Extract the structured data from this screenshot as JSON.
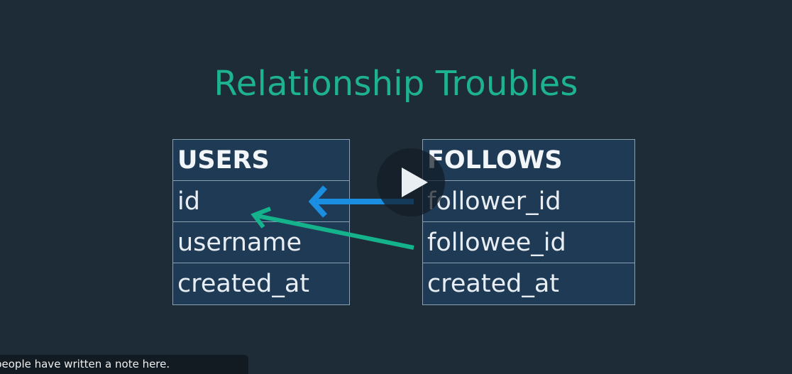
{
  "slide": {
    "title": "Relationship Troubles"
  },
  "tables": {
    "users": {
      "header": "USERS",
      "rows": [
        "id",
        "username",
        "created_at"
      ]
    },
    "follows": {
      "header": "FOLLOWS",
      "rows": [
        "follower_id",
        "followee_id",
        "created_at"
      ]
    }
  },
  "colors": {
    "background": "#1e2c38",
    "title": "#1db391",
    "table_fill": "#1f3a55",
    "arrow_follower": "#1a8ee0",
    "arrow_followee": "#14b38c"
  },
  "player": {
    "play_icon": "play-icon"
  },
  "note_bar": {
    "text": "people have written a note here."
  }
}
